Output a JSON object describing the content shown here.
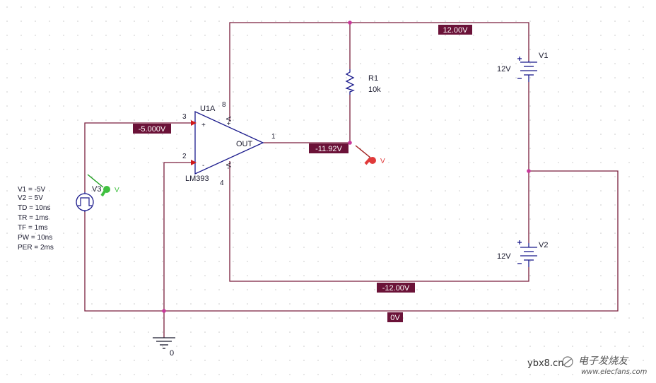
{
  "colors": {
    "wire": "#7a1f3d",
    "voltage_bg": "#6b1238",
    "node_dot": "#c8389a",
    "pin_arrow": "#d01818",
    "probe_red": "#e03a3a",
    "probe_green": "#40c040",
    "grid_dot": "#c9c9c9"
  },
  "voltage_markers": {
    "top_rail": "12.00V",
    "bottom_rail": "-12.00V",
    "ground_line": "0V",
    "inverting_input": "-5.000V",
    "output": "-11.92V"
  },
  "opamp": {
    "refdes": "U1A",
    "part": "LM393",
    "output_label": "OUT",
    "pin_noninv": "3",
    "pin_inv": "2",
    "pin_out": "1",
    "pin_vplus": "8",
    "pin_vminus": "4",
    "sym_plus": "+",
    "sym_minus": "-",
    "pwr_vplus": "V+",
    "pwr_vminus": "V-"
  },
  "resistor": {
    "refdes": "R1",
    "value": "10k"
  },
  "battery_v1": {
    "refdes": "V1",
    "value": "12V"
  },
  "battery_v2": {
    "refdes": "V2",
    "value": "12V"
  },
  "source_v3": {
    "refdes": "V3",
    "params": [
      "V1 = -5V",
      "V2 = 5V",
      "TD = 10ns",
      "TR = 1ms",
      "TF = 1ms",
      "PW = 10ns",
      "PER = 2ms"
    ]
  },
  "ground": {
    "label": "0"
  },
  "probes": {
    "output_probe": "V",
    "source_probe": "V"
  },
  "watermark": {
    "site": "ybx8.cn",
    "brand": "电子发烧友",
    "url": "www.elecfans.com"
  },
  "icons": [
    "ground-icon",
    "battery-icon",
    "resistor-icon",
    "pulse-source-icon",
    "voltage-probe-icon",
    "opamp-icon"
  ]
}
